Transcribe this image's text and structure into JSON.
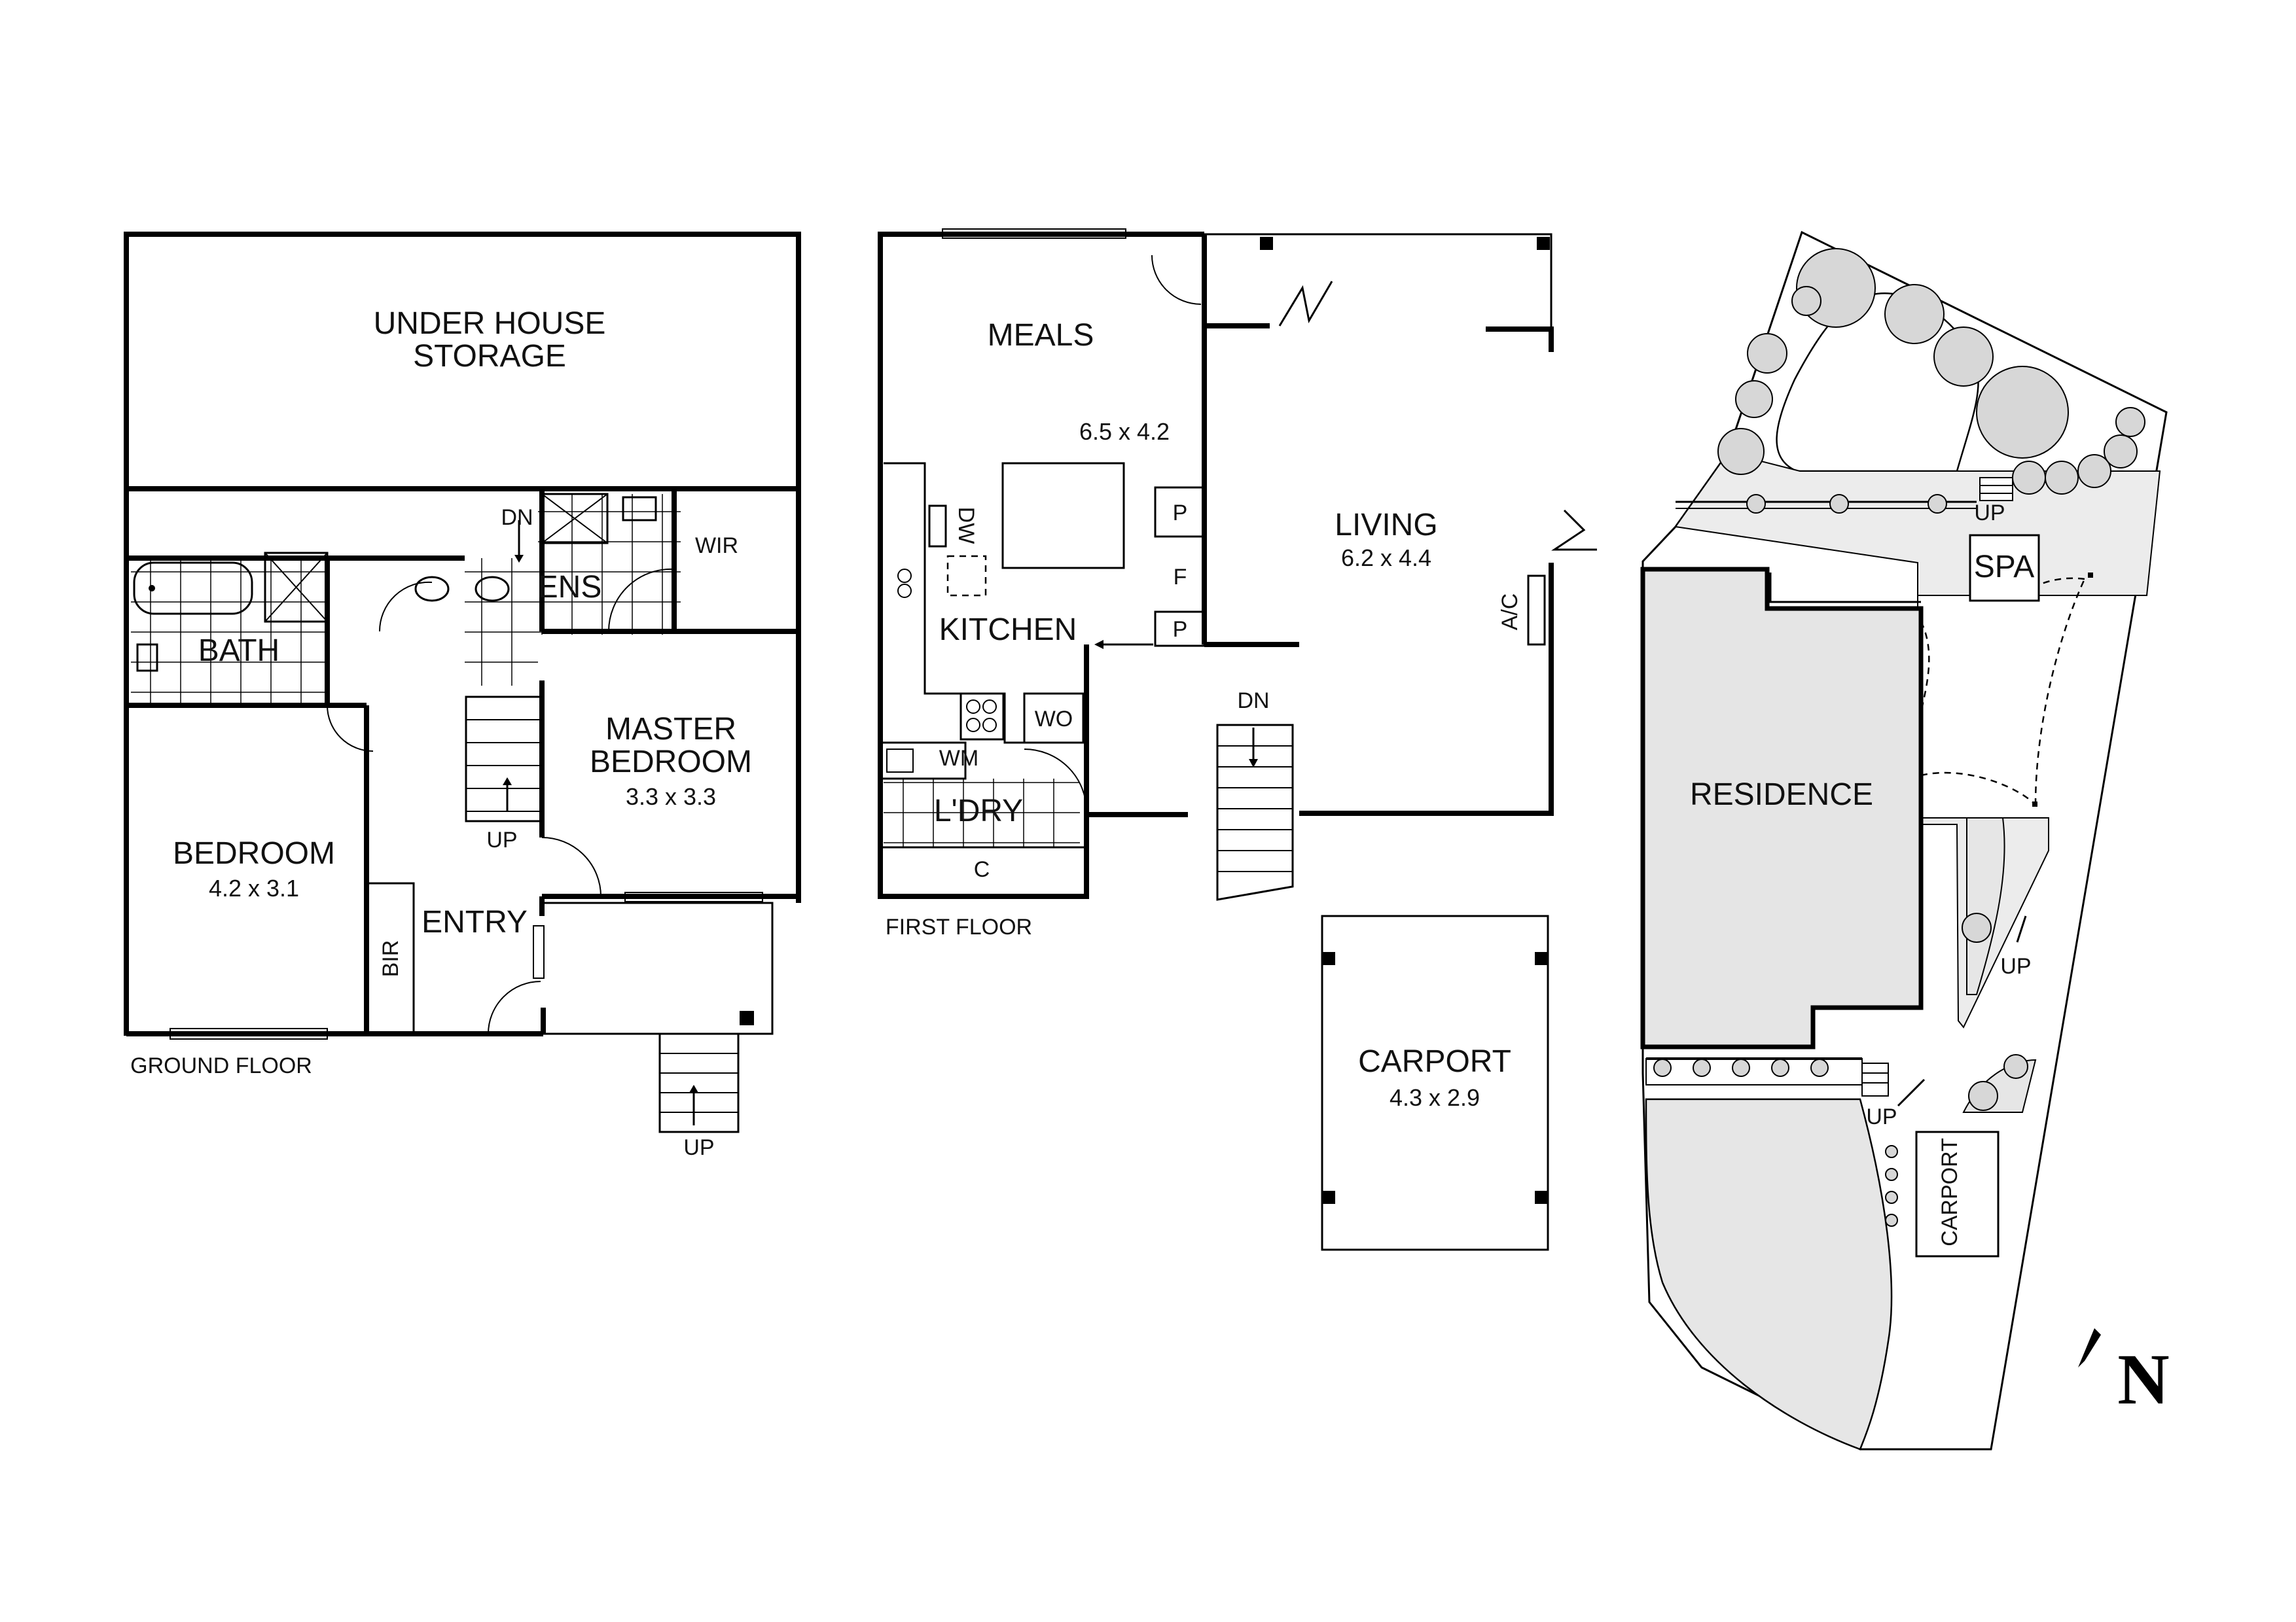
{
  "ground_floor": {
    "caption": "GROUND FLOOR",
    "rooms": {
      "under_house_storage_1": "UNDER HOUSE",
      "under_house_storage_2": "STORAGE",
      "bath": "BATH",
      "ens": "ENS",
      "wir": "WIR",
      "master_bedroom_1": "MASTER",
      "master_bedroom_2": "BEDROOM",
      "master_bedroom_dims": "3.3 x 3.3",
      "bedroom": "BEDROOM",
      "bedroom_dims": "4.2 x 3.1",
      "bir": "BIR",
      "entry": "ENTRY"
    },
    "stairs": {
      "dn": "DN",
      "up_inner": "UP",
      "up_outer": "UP"
    }
  },
  "first_floor": {
    "caption": "FIRST FLOOR",
    "rooms": {
      "meals": "MEALS",
      "meals_dims": "6.5 x 4.2",
      "living": "LIVING",
      "living_dims": "6.2 x 4.4",
      "kitchen": "KITCHEN",
      "dw": "DW",
      "pantry_1": "P",
      "fridge": "F",
      "pantry_2": "P",
      "wo": "WO",
      "wm": "WM",
      "laundry": "L'DRY",
      "cupboard": "C",
      "ac": "A/C"
    },
    "stairs": {
      "dn": "DN"
    },
    "carport": {
      "label": "CARPORT",
      "dims": "4.3 x 2.9"
    }
  },
  "site_plan": {
    "residence": "RESIDENCE",
    "spa": "SPA",
    "carport": "CARPORT",
    "up_1": "UP",
    "up_2": "UP",
    "up_3": "UP",
    "north": "N"
  }
}
